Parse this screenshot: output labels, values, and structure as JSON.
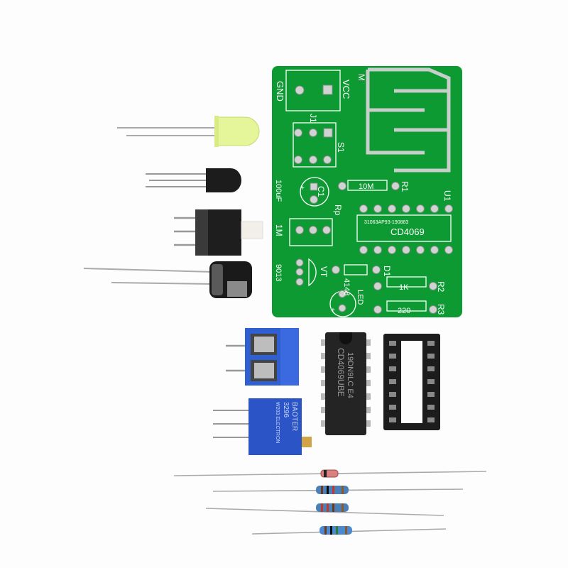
{
  "pcb": {
    "labels": {
      "gnd": "GND",
      "vcc": "VCC",
      "m": "M",
      "j1": "J1",
      "s1": "S1",
      "cap_value": "100uF",
      "c1": "C1",
      "r1": "R1",
      "r1_value": "10M",
      "u1": "U1",
      "rp": "Rp",
      "rp_value": "1M",
      "ic_name": "CD4069",
      "ic_code": "31063AP93-190883",
      "transistor": "9013",
      "vt": "VT",
      "diode_value": "4148",
      "d1": "D1",
      "led": "LED",
      "r2": "R2",
      "r2_value": "1K",
      "r3": "R3",
      "r3_value": "220",
      "plus1": "+",
      "plus2": "+"
    },
    "color": "#0e9a33"
  },
  "ic_chip": {
    "line1": "19DN9LC E4",
    "line2": "CD4069UBE"
  },
  "potentiometer": {
    "line1": "BAOTER",
    "line2": "3296",
    "line3": "W203 ELECTRON"
  }
}
